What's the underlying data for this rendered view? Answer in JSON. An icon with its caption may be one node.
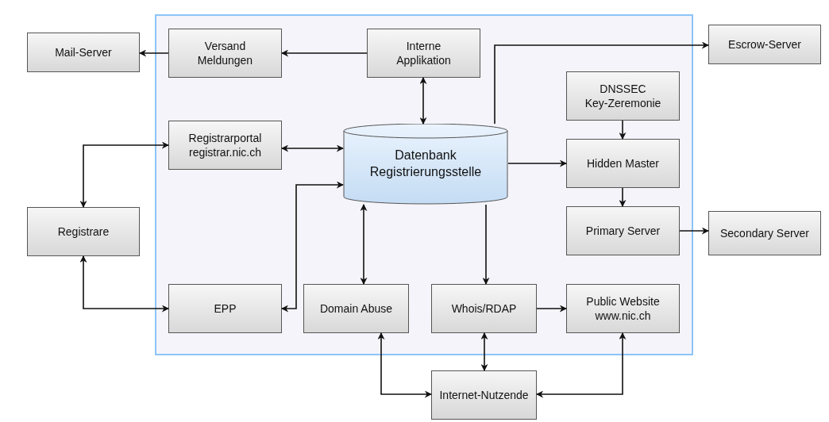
{
  "diagram": {
    "nodes": [
      {
        "text": [],
        "shape": "box"
      },
      {
        "text": [
          "Mail-Server"
        ]
      },
      {
        "text": [
          "Versand Meldungen"
        ],
        "in": 0
      },
      {
        "text": [
          "Interne Applikation"
        ],
        "in": 0
      },
      {
        "text": [
          "Escrow-Server"
        ]
      },
      {
        "text": [
          "DNSSEC Key-Zeremonie"
        ],
        "in": 0
      },
      {
        "text": [
          "Registrarportal registrar.nic.ch"
        ],
        "in": 0
      },
      {
        "text": [
          "Datenbank Registrierungsstelle"
        ],
        "in": 0
      },
      {
        "text": [
          "Hidden Master"
        ],
        "in": 0
      },
      {
        "text": [
          "Registrare"
        ]
      },
      {
        "text": [
          "Primary Server"
        ],
        "in": 0
      },
      {
        "text": [
          "Secondary Server"
        ]
      },
      {
        "text": [
          "EPP"
        ],
        "in": 0
      },
      {
        "text": [
          "Domain Abuse"
        ],
        "in": 0
      },
      {
        "text": [
          "Whois/RDAP"
        ],
        "in": 0
      },
      {
        "text": [
          "Public Website www.nic.ch"
        ],
        "in": 0
      },
      {
        "text": [
          "Internet-Nutzende"
        ]
      }
    ],
    "edges": [
      {
        "from": 3,
        "to": 2,
        "arrow": "to"
      },
      {
        "from": 2,
        "to": 1,
        "arrow": "to"
      },
      {
        "from": 3,
        "to": 7,
        "arrow": "both"
      },
      {
        "from": 7,
        "to": 4,
        "arrow": "to"
      },
      {
        "from": 5,
        "to": 8,
        "arrow": "to"
      },
      {
        "from": 6,
        "to": 7,
        "arrow": "both"
      },
      {
        "from": 7,
        "to": 8,
        "arrow": "to"
      },
      {
        "from": 8,
        "to": 10,
        "arrow": "to"
      },
      {
        "from": 10,
        "to": 11,
        "arrow": "to"
      },
      {
        "from": 9,
        "to": 6,
        "arrow": "both"
      },
      {
        "from": 9,
        "to": 12,
        "arrow": "both"
      },
      {
        "from": 12,
        "to": 7,
        "arrow": "both"
      },
      {
        "from": 13,
        "to": 7,
        "arrow": "both"
      },
      {
        "from": 7,
        "to": 14,
        "arrow": "to"
      },
      {
        "from": 14,
        "to": 15,
        "arrow": "to"
      },
      {
        "from": 13,
        "to": 16,
        "arrow": "both"
      },
      {
        "from": 14,
        "to": 16,
        "arrow": "both"
      },
      {
        "from": 15,
        "to": 16,
        "arrow": "both"
      }
    ]
  }
}
